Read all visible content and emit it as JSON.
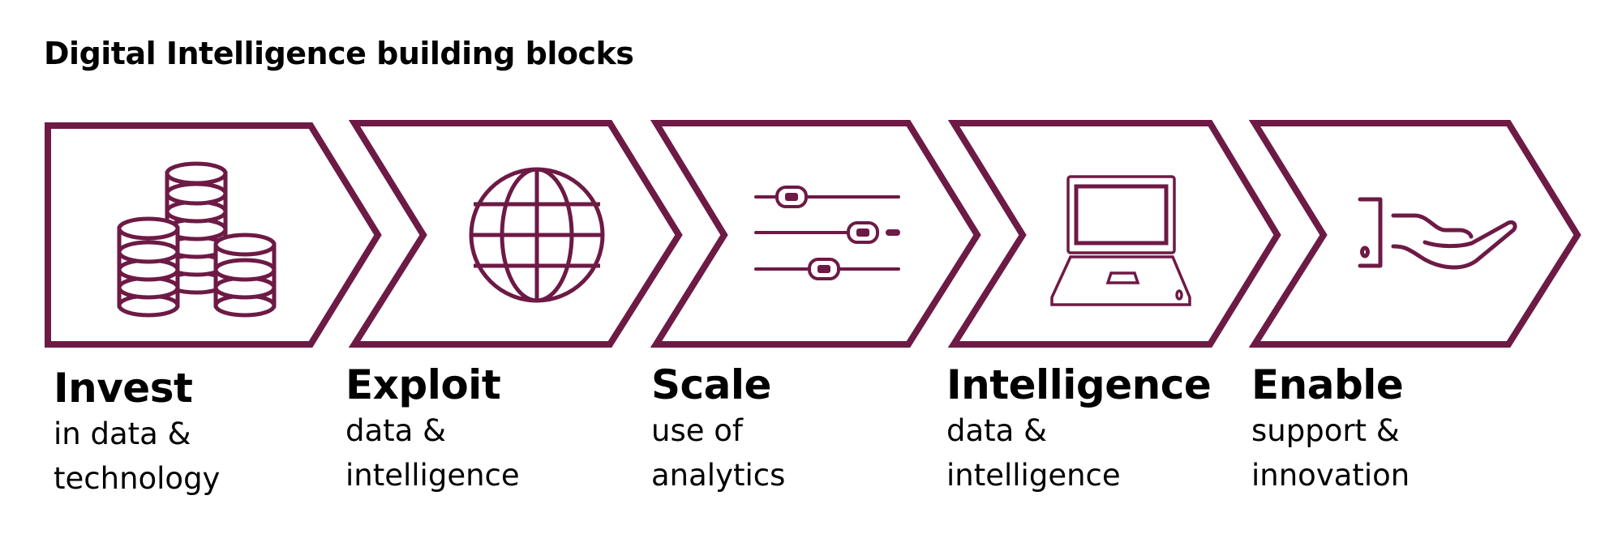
{
  "title": "Digital Intelligence building blocks",
  "accent_color": "#6d1a45",
  "steps": [
    {
      "heading": "Invest",
      "line1": "in data &",
      "line2": "technology",
      "icon": "coins-stack-icon"
    },
    {
      "heading": "Exploit",
      "line1": "data &",
      "line2": "intelligence",
      "icon": "globe-icon"
    },
    {
      "heading": "Scale",
      "line1": "use of",
      "line2": "analytics",
      "icon": "sliders-icon"
    },
    {
      "heading": "Intelligence",
      "line1": "data &",
      "line2": "intelligence",
      "icon": "laptop-icon"
    },
    {
      "heading": "Enable",
      "line1": "support &",
      "line2": "innovation",
      "icon": "hand-giving-icon"
    }
  ]
}
